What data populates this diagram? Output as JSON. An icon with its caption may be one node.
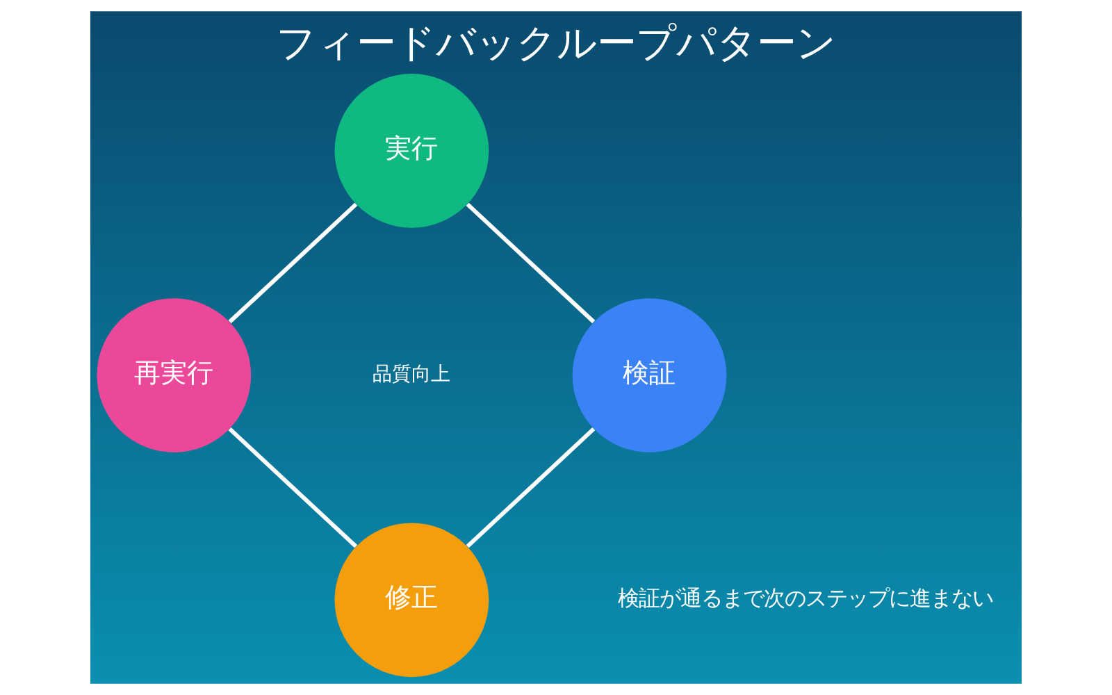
{
  "diagram": {
    "title": "フィードバックループパターン",
    "nodes": [
      {
        "text": [
          "実行"
        ]
      },
      {
        "text": [
          "再実行"
        ]
      },
      {
        "text": [
          "検証"
        ]
      },
      {
        "text": [
          "修正"
        ]
      }
    ],
    "edges": [
      {
        "from": 0,
        "to": 2,
        "arrow": "none"
      },
      {
        "from": 2,
        "to": 3,
        "arrow": "none"
      },
      {
        "from": 3,
        "to": 1,
        "arrow": "none"
      },
      {
        "from": 1,
        "to": 0,
        "arrow": "none"
      }
    ],
    "labels": [
      "品質向上",
      "検証が通るまで次のステップに進まない"
    ]
  }
}
